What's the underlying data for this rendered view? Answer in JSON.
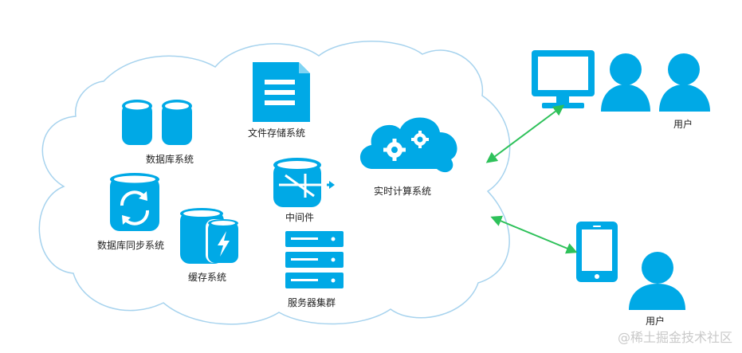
{
  "labels": {
    "database_system": "数据库系统",
    "file_storage": "文件存储系统",
    "db_sync": "数据库同步系统",
    "middleware": "中间件",
    "realtime_compute": "实时计算系统",
    "cache": "缓存系统",
    "server_cluster": "服务器集群",
    "user_desktop": "用户",
    "user_mobile": "用户"
  },
  "watermark": "@稀土掘金技术社区",
  "colors": {
    "icon_blue": "#00a9e6",
    "cloud_stroke": "#a7d3ee",
    "arrow_green": "#2ec15a",
    "text": "#222222"
  },
  "icons": [
    "database-icon",
    "document-icon",
    "cloud-gear-icon",
    "middleware-icon",
    "sync-database-icon",
    "cache-database-icon",
    "server-rack-icon",
    "monitor-icon",
    "mobile-phone-icon",
    "user-group-icon",
    "user-icon"
  ]
}
